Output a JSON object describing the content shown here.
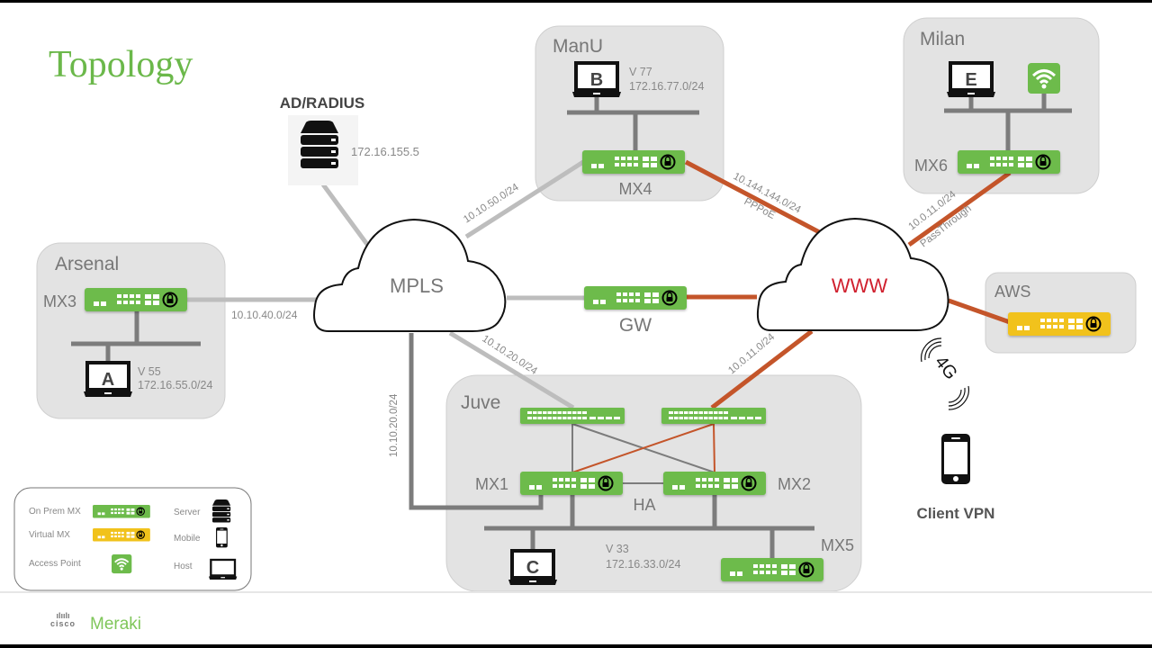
{
  "page": {
    "title": "Topology",
    "footer": {
      "brand_mark": "cisco",
      "brand_mark_bars": "ılıılı",
      "product": "Meraki"
    }
  },
  "colors": {
    "title_green": "#6bb84a",
    "mx_green": "#6dbb4b",
    "vmx_yellow": "#f1c21b",
    "wan_orange": "#c4552a",
    "mpls_gray": "#bdbdbd",
    "lan_gray": "#7c7c7c",
    "site_bg": "#e3e3e3",
    "www_red": "#d0202e"
  },
  "clouds": {
    "mpls": {
      "label": "MPLS"
    },
    "www": {
      "label": "WWW"
    }
  },
  "ad_radius": {
    "label": "AD/RADIUS",
    "ip": "172.16.155.5",
    "icon": "server-icon"
  },
  "sites": {
    "manu": {
      "name": "ManU",
      "host": "B",
      "vlan": "V 77",
      "subnet": "172.16.77.0/24",
      "mx": "MX4"
    },
    "milan": {
      "name": "Milan",
      "host": "E",
      "mx": "MX6",
      "ap": "access-point-icon"
    },
    "arsenal": {
      "name": "Arsenal",
      "host": "A",
      "vlan": "V 55",
      "subnet": "172.16.55.0/24",
      "mx": "MX3"
    },
    "aws": {
      "name": "AWS",
      "device": "Virtual MX"
    },
    "juve": {
      "name": "Juve",
      "host": "C",
      "vlan": "V 33",
      "subnet": "172.16.33.0/24",
      "mx1": "MX1",
      "mx2": "MX2",
      "mx5": "MX5",
      "ha": "HA"
    }
  },
  "gateway": {
    "label": "GW"
  },
  "links": {
    "mpls_manu": "10.10.50.0/24",
    "mpls_arsenal": "10.10.40.0/24",
    "mpls_juve_switch": "10.10.20.0/24",
    "mpls_juve_mx1": "10.10.20.0/24",
    "manu_www_subnet": "10.144.144.0/24",
    "manu_www_type": "PPPoE",
    "milan_www_subnet": "10.0.11.0/24",
    "milan_www_type": "PassThrough",
    "juve_www": "10.0.11.0/24"
  },
  "client_vpn": {
    "label": "Client VPN",
    "radio": "4G",
    "icon": "mobile-phone-icon"
  },
  "legend": {
    "items": [
      {
        "label": "On Prem MX",
        "icon": "on-prem-mx-icon"
      },
      {
        "label": "Virtual MX",
        "icon": "virtual-mx-icon"
      },
      {
        "label": "Access Point",
        "icon": "access-point-icon"
      },
      {
        "label": "Server",
        "icon": "server-icon"
      },
      {
        "label": "Mobile",
        "icon": "mobile-icon"
      },
      {
        "label": "Host",
        "icon": "laptop-icon"
      }
    ]
  }
}
